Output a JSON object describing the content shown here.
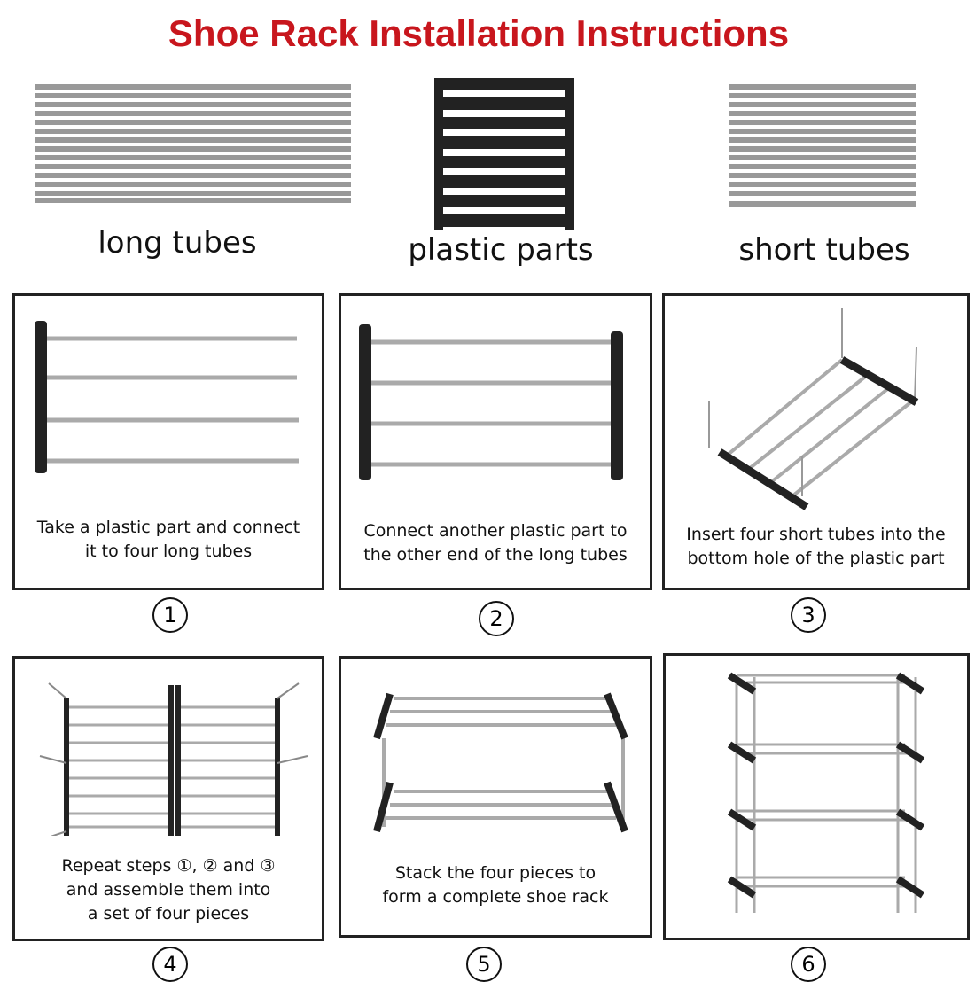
{
  "title": "Shoe Rack Installation Instructions",
  "parts": [
    {
      "label": "long tubes"
    },
    {
      "label": "plastic parts"
    },
    {
      "label": "short tubes"
    }
  ],
  "steps": [
    {
      "number": "1",
      "caption_line1": "Take a plastic part and connect",
      "caption_line2": "it to four long tubes"
    },
    {
      "number": "2",
      "caption_line1": "Connect another plastic part to",
      "caption_line2": "the other end of the long tubes"
    },
    {
      "number": "3",
      "caption_line1": "Insert four short tubes into the",
      "caption_line2": "bottom hole of the plastic part"
    },
    {
      "number": "4",
      "caption_line1": "Repeat steps ①, ② and ③",
      "caption_line2": "and assemble them into",
      "caption_line3": "a set of four pieces"
    },
    {
      "number": "5",
      "caption_line1": "Stack the four pieces to",
      "caption_line2": "form a complete shoe rack"
    },
    {
      "number": "6"
    }
  ],
  "colors": {
    "title": "#c8161d"
  }
}
